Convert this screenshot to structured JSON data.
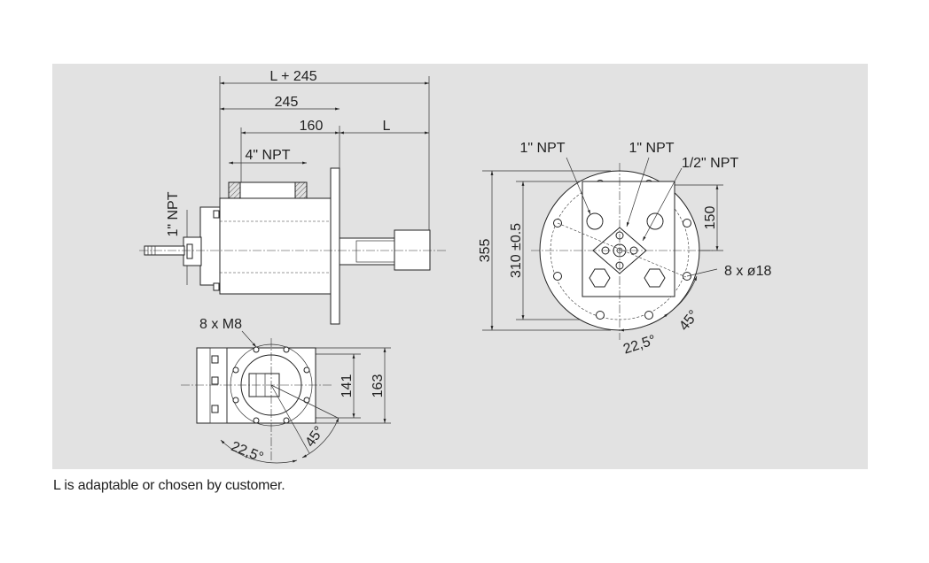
{
  "dimensions": {
    "overall": "L + 245",
    "housing": "245",
    "flange_offset": "160",
    "shaft": "L",
    "inlet_port": "4\" NPT",
    "side_port": "1\" NPT",
    "front_port_left": "1\" NPT",
    "front_port_center": "1\" NPT",
    "front_port_right": "1/2\" NPT",
    "flange_diameter": "355",
    "bolt_circle": "310 ±0.5",
    "offset_150": "150",
    "bolt_holes": "8 x ø18",
    "front_angle_small": "22,5°",
    "front_angle_large": "45°",
    "thread_holes": "8 x M8",
    "base_141": "141",
    "base_163": "163",
    "base_angle_small": "22,5°",
    "base_angle_large": "45°"
  },
  "caption": "L is adaptable or chosen by customer."
}
